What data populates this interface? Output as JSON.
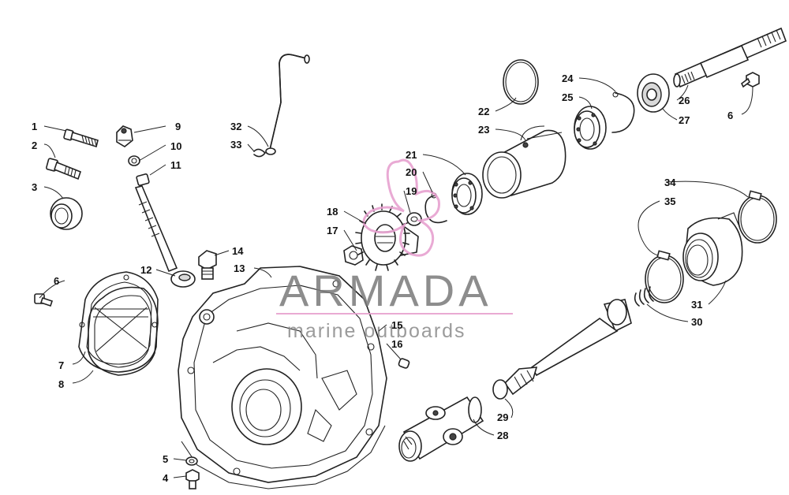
{
  "watermark": {
    "name": "ARMADA",
    "tagline": "marine outboards"
  },
  "parts": [
    {
      "id": "p1",
      "number": "1"
    },
    {
      "id": "p2",
      "number": "2"
    },
    {
      "id": "p3",
      "number": "3"
    },
    {
      "id": "p4",
      "number": "4"
    },
    {
      "id": "p5",
      "number": "5"
    },
    {
      "id": "p6a",
      "number": "6"
    },
    {
      "id": "p6b",
      "number": "6"
    },
    {
      "id": "p7",
      "number": "7"
    },
    {
      "id": "p8",
      "number": "8"
    },
    {
      "id": "p9",
      "number": "9"
    },
    {
      "id": "p10",
      "number": "10"
    },
    {
      "id": "p11",
      "number": "11"
    },
    {
      "id": "p12",
      "number": "12"
    },
    {
      "id": "p13",
      "number": "13"
    },
    {
      "id": "p14",
      "number": "14"
    },
    {
      "id": "p15",
      "number": "15"
    },
    {
      "id": "p16",
      "number": "16"
    },
    {
      "id": "p17",
      "number": "17"
    },
    {
      "id": "p18",
      "number": "18"
    },
    {
      "id": "p19",
      "number": "19"
    },
    {
      "id": "p20",
      "number": "20"
    },
    {
      "id": "p21",
      "number": "21"
    },
    {
      "id": "p22",
      "number": "22"
    },
    {
      "id": "p23",
      "number": "23"
    },
    {
      "id": "p24",
      "number": "24"
    },
    {
      "id": "p25",
      "number": "25"
    },
    {
      "id": "p26",
      "number": "26"
    },
    {
      "id": "p27",
      "number": "27"
    },
    {
      "id": "p28",
      "number": "28"
    },
    {
      "id": "p29",
      "number": "29"
    },
    {
      "id": "p30",
      "number": "30"
    },
    {
      "id": "p31",
      "number": "31"
    },
    {
      "id": "p32",
      "number": "32"
    },
    {
      "id": "p33",
      "number": "33"
    },
    {
      "id": "p34",
      "number": "34"
    },
    {
      "id": "p35",
      "number": "35"
    }
  ]
}
